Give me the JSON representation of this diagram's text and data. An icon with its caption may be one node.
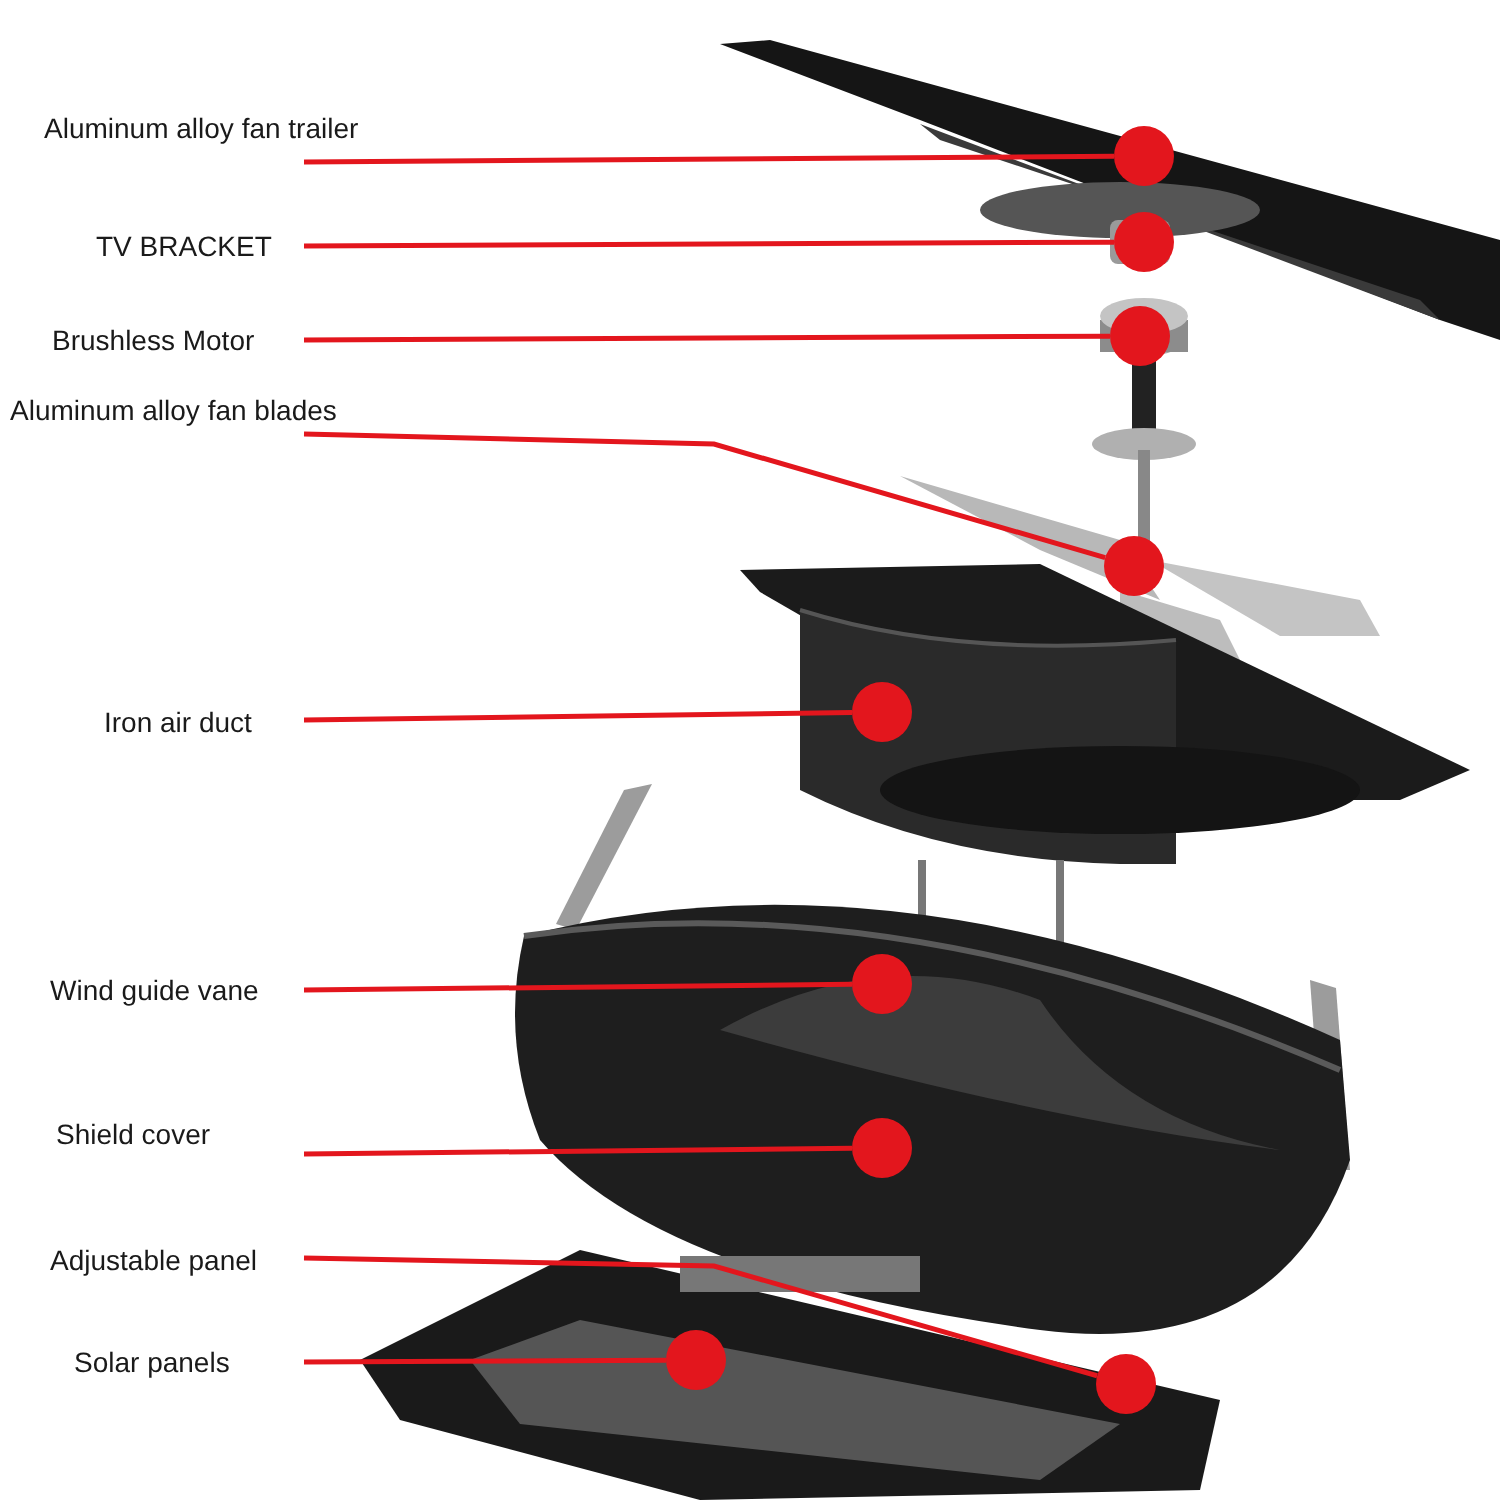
{
  "diagram": {
    "nodes": [
      {
        "text": [
          "Aluminum alloy fan trailer"
        ]
      },
      {
        "text": [
          "TV BRACKET"
        ]
      },
      {
        "text": [
          "Brushless Motor"
        ]
      },
      {
        "text": [
          "Aluminum alloy fan blades"
        ]
      },
      {
        "text": [
          "Iron air duct"
        ]
      },
      {
        "text": [
          "Wind guide vane"
        ]
      },
      {
        "text": [
          "Shield cover"
        ]
      },
      {
        "text": [
          "Adjustable panel"
        ]
      },
      {
        "text": [
          "Solar panels"
        ]
      },
      {
        "text": [],
        "shape": "circle"
      },
      {
        "text": [],
        "shape": "circle"
      },
      {
        "text": [],
        "shape": "circle"
      },
      {
        "text": [],
        "shape": "circle"
      },
      {
        "text": [],
        "shape": "circle"
      },
      {
        "text": [],
        "shape": "circle"
      },
      {
        "text": [],
        "shape": "circle"
      },
      {
        "text": [],
        "shape": "circle"
      },
      {
        "text": [],
        "shape": "circle"
      }
    ],
    "edges": [
      {
        "from": 0,
        "to": 9,
        "arrow": "none"
      },
      {
        "from": 1,
        "to": 10,
        "arrow": "none"
      },
      {
        "from": 2,
        "to": 11,
        "arrow": "none"
      },
      {
        "from": 3,
        "to": 12,
        "arrow": "none"
      },
      {
        "from": 4,
        "to": 13,
        "arrow": "none"
      },
      {
        "from": 5,
        "to": 14,
        "arrow": "none"
      },
      {
        "from": 6,
        "to": 15,
        "arrow": "none"
      },
      {
        "from": 7,
        "to": 16,
        "arrow": "none"
      },
      {
        "from": 8,
        "to": 17,
        "arrow": "none"
      }
    ]
  }
}
